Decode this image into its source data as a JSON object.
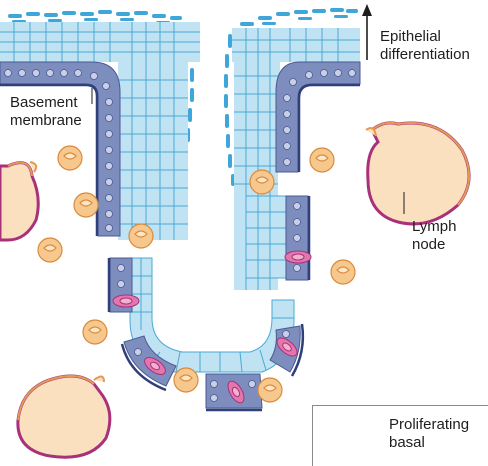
{
  "labels": {
    "epithelial_line1": "Epithelial",
    "epithelial_line2": "differentiation",
    "basement_line1": "Basement",
    "basement_line2": "membrane",
    "lymph_line1": "Lymph",
    "lymph_line2": "node"
  },
  "legend": {
    "line1": "Proliferating",
    "line2": "basal"
  },
  "colors": {
    "basal_cell": "#7d8dbd",
    "basal_cell_dark": "#4a5a93",
    "suprabasal_cell": "#bfe3f3",
    "suprabasal_outline": "#4aa8d6",
    "surface_flake": "#3ea6d8",
    "lymph_node_fill": "#fbe0c0",
    "lymph_node_outline": "#e39a55",
    "lymph_node_rim": "#a8327a",
    "immune_cell": "#f6c88e",
    "migrating_cell": "#e277ad"
  }
}
